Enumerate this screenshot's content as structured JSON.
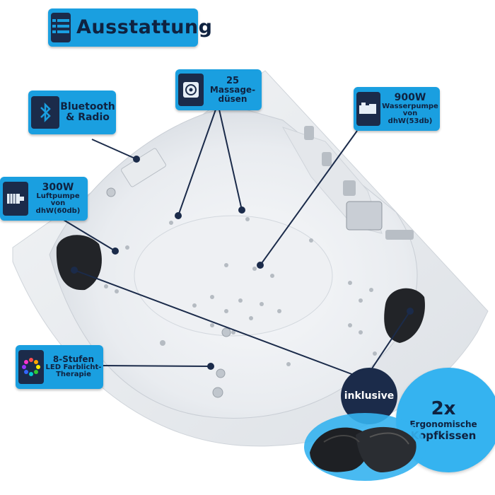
{
  "title": "Ausstattung",
  "features": {
    "bluetooth": {
      "line1": "Bluetooth",
      "line2": "& Radio",
      "icon": "bluetooth-icon"
    },
    "jets": {
      "line1": "25",
      "line2": "Massage-",
      "line3": "düsen",
      "icon": "massage-jet-icon"
    },
    "water_pump": {
      "line1": "900W",
      "line2": "Wasserpumpe",
      "line3": "von dhW(53db)",
      "icon": "water-pump-icon"
    },
    "air_pump": {
      "line1": "300W",
      "line2": "Luftpumpe",
      "line3": "von dhW(60db)",
      "icon": "air-pump-icon"
    },
    "led": {
      "line1": "8-Stufen",
      "line2": "LED Farblicht-",
      "line3": "Therapie",
      "icon": "led-color-icon"
    }
  },
  "promo": {
    "badge": "inklusive",
    "count": "2x",
    "line1": "Ergonomische",
    "line2": "Kopfkissen"
  },
  "colors": {
    "accent_blue": "#1a9fe0",
    "dark_navy": "#1b2b4a",
    "text_navy": "#0f2240",
    "promo_circle": "#35b3f0"
  }
}
